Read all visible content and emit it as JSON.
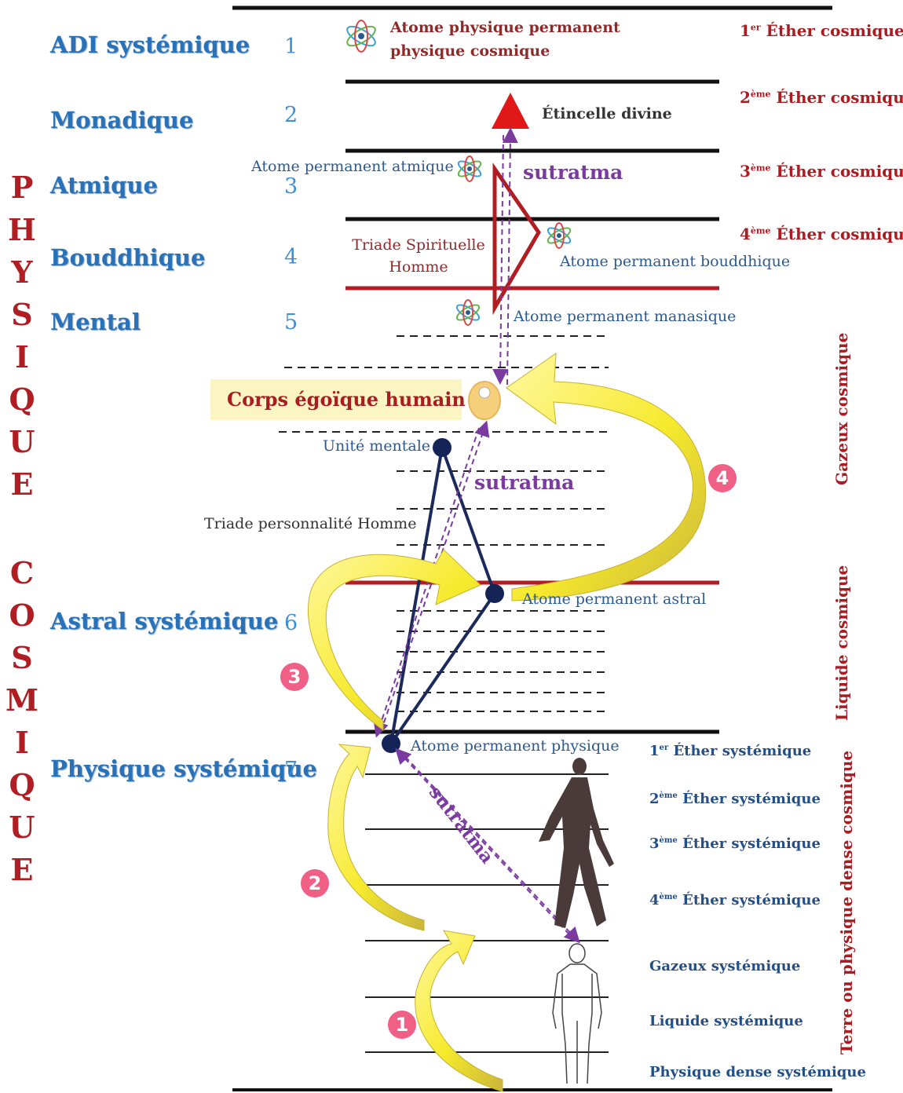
{
  "planes": {
    "adi": "ADI systémique",
    "monadique": "Monadique",
    "atmique": "Atmique",
    "bouddhique": "Bouddhique",
    "mental": "Mental",
    "astral": "Astral systémique",
    "physique": "Physique systémique"
  },
  "numbers": [
    "1",
    "2",
    "3",
    "4",
    "5",
    "6",
    "7"
  ],
  "vertical_title": {
    "word1": [
      "P",
      "H",
      "Y",
      "S",
      "I",
      "Q",
      "U",
      "E"
    ],
    "word2": [
      "C",
      "O",
      "S",
      "M",
      "I",
      "Q",
      "U",
      "E"
    ]
  },
  "ethers_cosmic": [
    {
      "num": "1",
      "sup": "er",
      "text": " Éther cosmique"
    },
    {
      "num": "2",
      "sup": "ème",
      "text": " Éther cosmique"
    },
    {
      "num": "3",
      "sup": "ème",
      "text": " Éther cosmique"
    },
    {
      "num": "4",
      "sup": "ème",
      "text": " Éther cosmique"
    }
  ],
  "ethers_systemic": [
    {
      "num": "1",
      "sup": "er",
      "text": " Éther systémique"
    },
    {
      "num": "2",
      "sup": "ème",
      "text": " Éther systémique"
    },
    {
      "num": "3",
      "sup": "ème",
      "text": " Éther systémique"
    },
    {
      "num": "4",
      "sup": "ème",
      "text": " Éther systémique"
    }
  ],
  "systemic_states": {
    "gazeux": "Gazeux systémique",
    "liquide": "Liquide systémique",
    "dense": "Physique dense systémique"
  },
  "cosmic_states": {
    "gazeux": "Gazeux cosmique",
    "liquide": "Liquide cosmique",
    "terre": "Terre ou physique dense cosmique"
  },
  "labels": {
    "atome_physique_cosmique_l1": "Atome physique permanent",
    "atome_physique_cosmique_l2": "physique cosmique",
    "etincelle": "Étincelle divine",
    "atome_atmique": "Atome permanent atmique",
    "triade_spirituelle_l1": "Triade Spirituelle",
    "triade_spirituelle_l2": "Homme",
    "atome_bouddhique": "Atome permanent bouddhique",
    "atome_manasique": "Atome permanent manasique",
    "corps_egoique": "Corps égoïque humain",
    "unite_mentale": "Unité mentale",
    "triade_personnalite": "Triade personnalité Homme",
    "atome_astral": "Atome permanent astral",
    "atome_physique": "Atome permanent physique"
  },
  "sutratma": [
    "sutratma",
    "sutratma",
    "sutratma"
  ],
  "badges": [
    "1",
    "2",
    "3",
    "4"
  ],
  "colors": {
    "plane_blue": "#2a72b8",
    "ether_red": "#a91d22",
    "sutratma_purple": "#7a3aa0",
    "arrow_yellow": "#f5ec3a",
    "badge_pink": "#ef5f86",
    "triad_navy": "#1b2a5a"
  }
}
